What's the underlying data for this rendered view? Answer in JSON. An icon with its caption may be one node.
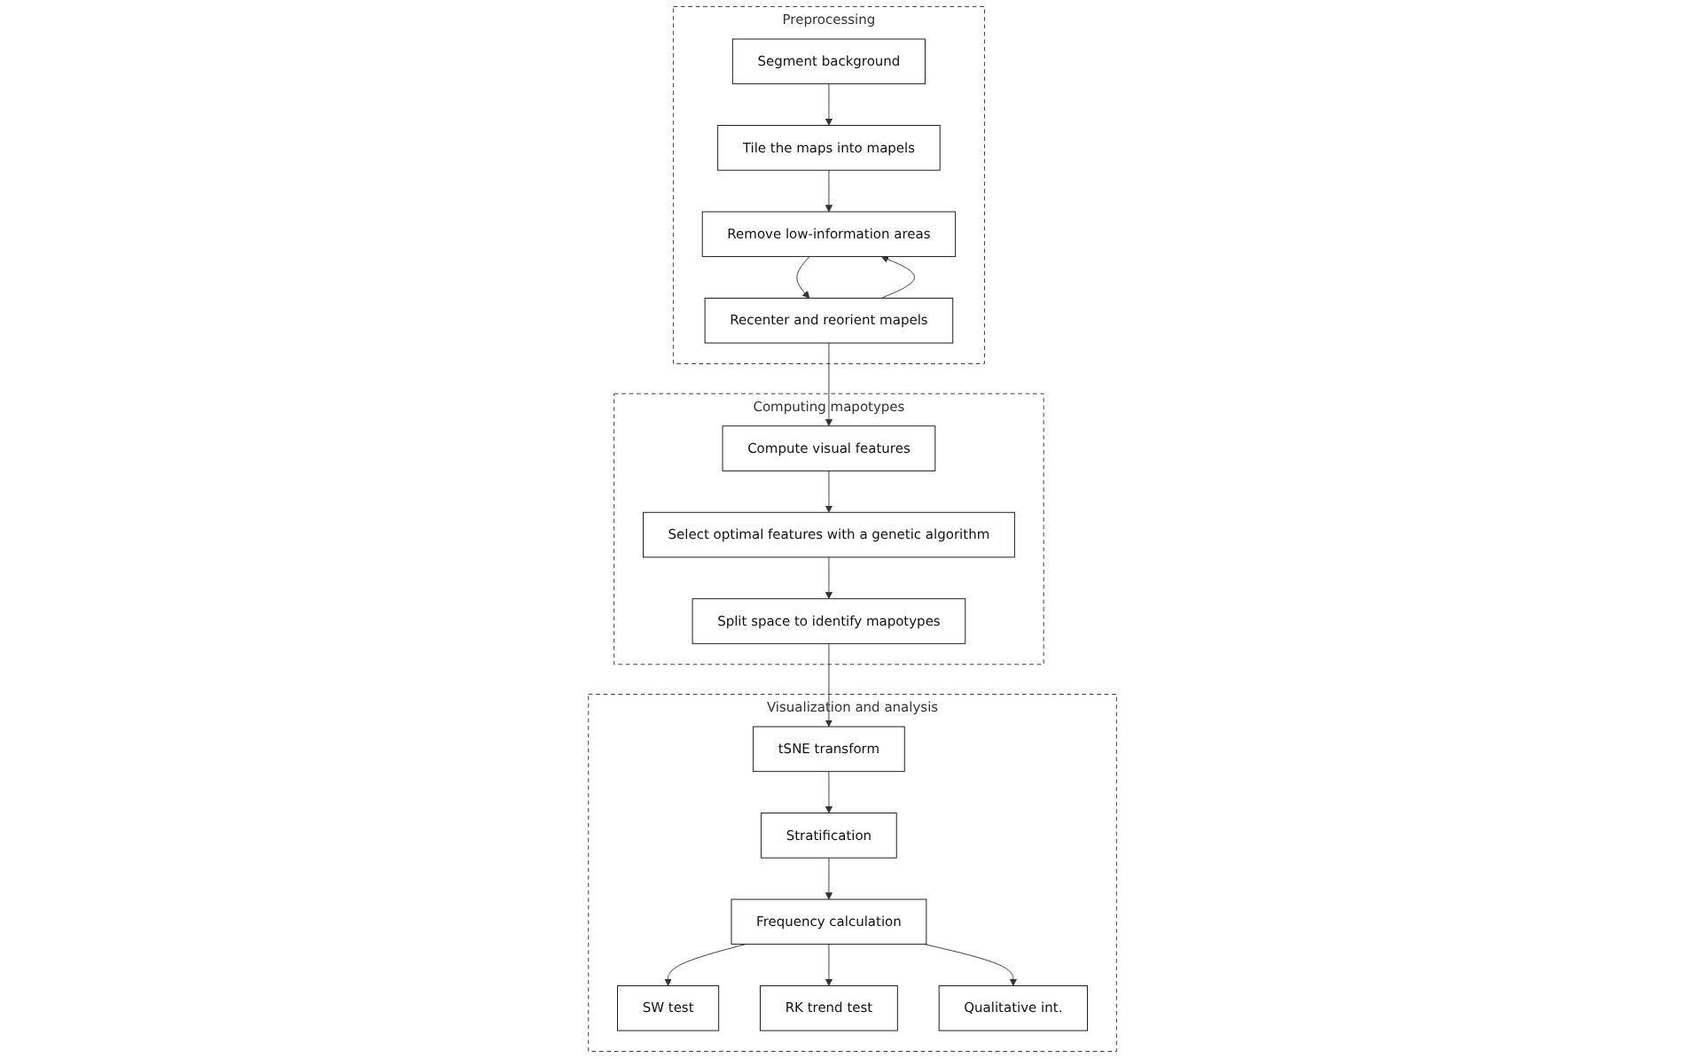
{
  "diagram": {
    "nodes": [
      {
        "text": [
          "Preprocessing"
        ]
      },
      {
        "text": [
          "Segment background"
        ],
        "in": 0
      },
      {
        "text": [
          "Tile the maps into mapels"
        ],
        "in": 0
      },
      {
        "text": [
          "Remove low-information areas"
        ],
        "in": 0
      },
      {
        "text": [
          "Recenter and reorient mapels"
        ],
        "in": 0
      },
      {
        "text": [
          "Computing mapotypes"
        ]
      },
      {
        "text": [
          "Split space to identify mapotypes"
        ],
        "in": 5
      },
      {
        "text": [
          "Select optimal features with a genetic algorithm"
        ],
        "in": 5
      },
      {
        "text": [
          "Compute visual features"
        ],
        "in": 5
      },
      {
        "text": [
          "Visualization and analysis"
        ]
      },
      {
        "text": [
          "tSNE transform"
        ],
        "in": 9
      },
      {
        "text": [
          "Stratification"
        ],
        "in": 9
      },
      {
        "text": [
          "Frequency calculation"
        ],
        "in": 9
      },
      {
        "text": [
          "SW test"
        ],
        "in": 9
      },
      {
        "text": [
          "RK trend test"
        ],
        "in": 9
      },
      {
        "text": [
          "Qualitative int."
        ],
        "in": 9
      }
    ],
    "edges": [
      {
        "from": 1,
        "to": 2,
        "arrow": "to"
      },
      {
        "from": 2,
        "to": 3,
        "arrow": "to"
      },
      {
        "from": 3,
        "to": 4,
        "arrow": "to"
      },
      {
        "from": 4,
        "to": 3,
        "arrow": "to"
      },
      {
        "from": 4,
        "to": 8,
        "arrow": "to"
      },
      {
        "from": 8,
        "to": 7,
        "arrow": "to"
      },
      {
        "from": 7,
        "to": 6,
        "arrow": "to"
      },
      {
        "from": 6,
        "to": 10,
        "arrow": "to"
      },
      {
        "from": 10,
        "to": 11,
        "arrow": "to"
      },
      {
        "from": 11,
        "to": 12,
        "arrow": "to"
      },
      {
        "from": 12,
        "to": 13,
        "arrow": "to"
      },
      {
        "from": 12,
        "to": 14,
        "arrow": "to"
      },
      {
        "from": 12,
        "to": 15,
        "arrow": "to"
      }
    ]
  }
}
